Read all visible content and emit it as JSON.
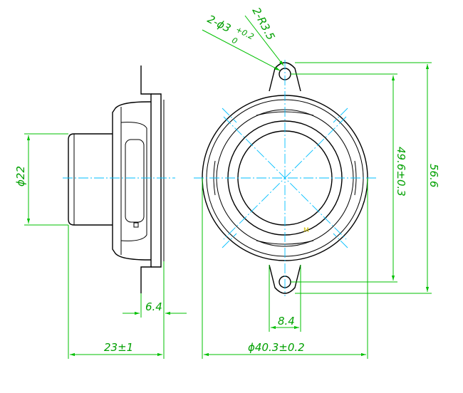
{
  "dimensions": {
    "outer_diameter": "ϕ40.3±0.2",
    "body_diameter": "ϕ22",
    "depth": "23±1",
    "flange_offset": "6.4",
    "tab_width": "8.4",
    "hole_spacing": "49.6±0.3",
    "overall_height": "56.6",
    "hole_callout": "2-ϕ3",
    "hole_tolerance_upper": "+0.2",
    "hole_tolerance_lower": "0",
    "radius_callout": "2-R3.5"
  },
  "marking": "M",
  "colors": {
    "outline": "#000000",
    "centerline": "#00bfff",
    "dimension": "#00c000",
    "dimension_text": "#00a000",
    "marking": "#d4c000"
  }
}
